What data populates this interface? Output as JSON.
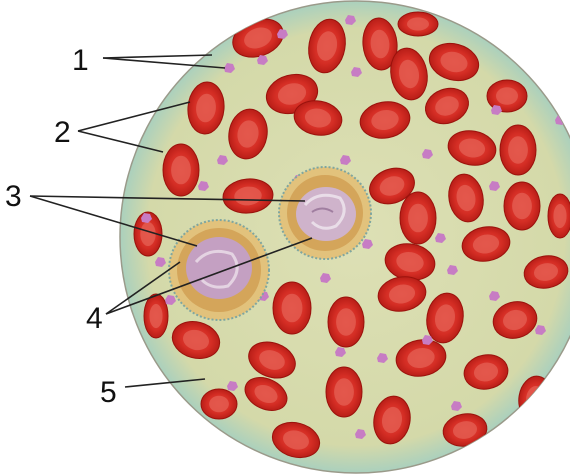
{
  "diagram": {
    "labels": [
      {
        "id": "1",
        "text": "1"
      },
      {
        "id": "2",
        "text": "2"
      },
      {
        "id": "3",
        "text": "3"
      },
      {
        "id": "4",
        "text": "4"
      },
      {
        "id": "5",
        "text": "5"
      }
    ],
    "colors": {
      "plasma": "#d9dcb0",
      "plasma_edge": "#8fc9c6",
      "rbc_outer": "#c61a14",
      "rbc_inner": "#e8453c",
      "platelet": "#c47ac0",
      "wbc_ring": "#d8a860",
      "wbc_nucleus": "#c9a8c6",
      "pointer": "#222222"
    }
  }
}
